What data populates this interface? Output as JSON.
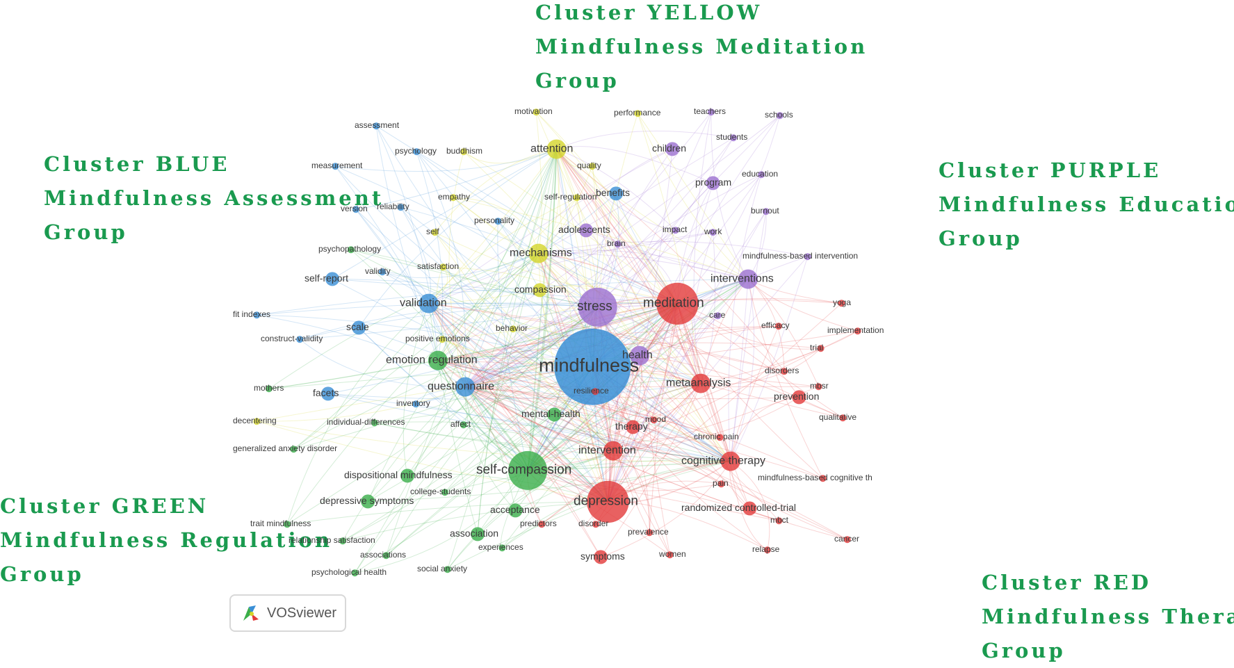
{
  "clusters": {
    "yellow": {
      "line1": "Cluster YELLOW",
      "line2": "Mindfulness Meditation",
      "line3": "Group",
      "color": "#d4d62a"
    },
    "blue": {
      "line1": "Cluster BLUE",
      "line2": "Mindfulness Assessment",
      "line3": "Group",
      "color": "#3a8fd6"
    },
    "purple": {
      "line1": "Cluster PURPLE",
      "line2": "Mindfulness Education",
      "line3": "Group",
      "color": "#9b6fd0"
    },
    "green": {
      "line1": "Cluster GREEN",
      "line2": "Mindfulness Regulation",
      "line3": "Group",
      "color": "#3aae4a"
    },
    "red": {
      "line1": "Cluster RED",
      "line2": "Mindfulness Therapy",
      "line3": "Group",
      "color": "#e23a3a"
    }
  },
  "label_color": "#1a9a4f",
  "badge": {
    "text": "VOSviewer"
  },
  "nodes": [
    {
      "label": "mindfulness",
      "cluster": "blue",
      "weight": 10
    },
    {
      "label": "meditation",
      "cluster": "red",
      "weight": 6
    },
    {
      "label": "stress",
      "cluster": "purple",
      "weight": 5
    },
    {
      "label": "depression",
      "cluster": "red",
      "weight": 6
    },
    {
      "label": "self-compassion",
      "cluster": "green",
      "weight": 5
    },
    {
      "label": "validation",
      "cluster": "blue",
      "weight": 4
    },
    {
      "label": "emotion regulation",
      "cluster": "green",
      "weight": 4
    },
    {
      "label": "questionnaire",
      "cluster": "blue",
      "weight": 4
    },
    {
      "label": "interventions",
      "cluster": "purple",
      "weight": 3
    },
    {
      "label": "health",
      "cluster": "purple",
      "weight": 3
    },
    {
      "label": "metaanalysis",
      "cluster": "red",
      "weight": 3
    },
    {
      "label": "cognitive therapy",
      "cluster": "red",
      "weight": 3
    },
    {
      "label": "intervention",
      "cluster": "red",
      "weight": 3
    },
    {
      "label": "mechanisms",
      "cluster": "yellow",
      "weight": 3
    },
    {
      "label": "attention",
      "cluster": "yellow",
      "weight": 3
    },
    {
      "label": "children",
      "cluster": "purple",
      "weight": 2
    },
    {
      "label": "program",
      "cluster": "purple",
      "weight": 2
    },
    {
      "label": "adolescents",
      "cluster": "purple",
      "weight": 2
    },
    {
      "label": "self-report",
      "cluster": "blue",
      "weight": 2
    },
    {
      "label": "scale",
      "cluster": "blue",
      "weight": 2
    },
    {
      "label": "facets",
      "cluster": "blue",
      "weight": 2
    },
    {
      "label": "mental-health",
      "cluster": "green",
      "weight": 2
    },
    {
      "label": "dispositional mindfulness",
      "cluster": "green",
      "weight": 2
    },
    {
      "label": "acceptance",
      "cluster": "green",
      "weight": 2
    },
    {
      "label": "therapy",
      "cluster": "red",
      "weight": 2
    },
    {
      "label": "symptoms",
      "cluster": "red",
      "weight": 2
    },
    {
      "label": "randomized controlled-trial",
      "cluster": "red",
      "weight": 2
    },
    {
      "label": "prevention",
      "cluster": "red",
      "weight": 2
    },
    {
      "label": "benefits",
      "cluster": "blue",
      "weight": 2
    },
    {
      "label": "compassion",
      "cluster": "yellow",
      "weight": 2
    },
    {
      "label": "association",
      "cluster": "green",
      "weight": 2
    },
    {
      "label": "depressive symptoms",
      "cluster": "green",
      "weight": 2
    },
    {
      "label": "motivation",
      "cluster": "yellow",
      "weight": 1
    },
    {
      "label": "performance",
      "cluster": "yellow",
      "weight": 1
    },
    {
      "label": "teachers",
      "cluster": "purple",
      "weight": 1
    },
    {
      "label": "schools",
      "cluster": "purple",
      "weight": 1
    },
    {
      "label": "students",
      "cluster": "purple",
      "weight": 1
    },
    {
      "label": "education",
      "cluster": "purple",
      "weight": 1
    },
    {
      "label": "burnout",
      "cluster": "purple",
      "weight": 1
    },
    {
      "label": "impact",
      "cluster": "purple",
      "weight": 1
    },
    {
      "label": "work",
      "cluster": "purple",
      "weight": 1
    },
    {
      "label": "brain",
      "cluster": "purple",
      "weight": 1
    },
    {
      "label": "care",
      "cluster": "purple",
      "weight": 1
    },
    {
      "label": "mindfulness-based intervention",
      "cluster": "purple",
      "weight": 1
    },
    {
      "label": "assessment",
      "cluster": "blue",
      "weight": 1
    },
    {
      "label": "measurement",
      "cluster": "blue",
      "weight": 1
    },
    {
      "label": "psychology",
      "cluster": "blue",
      "weight": 1
    },
    {
      "label": "buddhism",
      "cluster": "yellow",
      "weight": 1
    },
    {
      "label": "quality",
      "cluster": "yellow",
      "weight": 1
    },
    {
      "label": "version",
      "cluster": "blue",
      "weight": 1
    },
    {
      "label": "reliability",
      "cluster": "blue",
      "weight": 1
    },
    {
      "label": "empathy",
      "cluster": "yellow",
      "weight": 1
    },
    {
      "label": "self-regulation",
      "cluster": "yellow",
      "weight": 1
    },
    {
      "label": "personality",
      "cluster": "blue",
      "weight": 1
    },
    {
      "label": "self",
      "cluster": "yellow",
      "weight": 1
    },
    {
      "label": "psychopathology",
      "cluster": "green",
      "weight": 1
    },
    {
      "label": "validity",
      "cluster": "blue",
      "weight": 1
    },
    {
      "label": "satisfaction",
      "cluster": "yellow",
      "weight": 1
    },
    {
      "label": "fit indexes",
      "cluster": "blue",
      "weight": 1
    },
    {
      "label": "construct-validity",
      "cluster": "blue",
      "weight": 1
    },
    {
      "label": "positive emotions",
      "cluster": "yellow",
      "weight": 1
    },
    {
      "label": "behavior",
      "cluster": "yellow",
      "weight": 1
    },
    {
      "label": "mothers",
      "cluster": "green",
      "weight": 1
    },
    {
      "label": "inventory",
      "cluster": "blue",
      "weight": 1
    },
    {
      "label": "decentering",
      "cluster": "yellow",
      "weight": 1
    },
    {
      "label": "individual-differences",
      "cluster": "green",
      "weight": 1
    },
    {
      "label": "affect",
      "cluster": "green",
      "weight": 1
    },
    {
      "label": "generalized anxiety disorder",
      "cluster": "green",
      "weight": 1
    },
    {
      "label": "college-students",
      "cluster": "green",
      "weight": 1
    },
    {
      "label": "trait mindfulness",
      "cluster": "green",
      "weight": 1
    },
    {
      "label": "relationship satisfaction",
      "cluster": "green",
      "weight": 1
    },
    {
      "label": "associations",
      "cluster": "green",
      "weight": 1
    },
    {
      "label": "psychological health",
      "cluster": "green",
      "weight": 1
    },
    {
      "label": "social anxiety",
      "cluster": "green",
      "weight": 1
    },
    {
      "label": "experiences",
      "cluster": "green",
      "weight": 1
    },
    {
      "label": "predictors",
      "cluster": "red",
      "weight": 1
    },
    {
      "label": "disorder",
      "cluster": "red",
      "weight": 1
    },
    {
      "label": "prevalence",
      "cluster": "red",
      "weight": 1
    },
    {
      "label": "women",
      "cluster": "red",
      "weight": 1
    },
    {
      "label": "pain",
      "cluster": "red",
      "weight": 1
    },
    {
      "label": "chronic pain",
      "cluster": "red",
      "weight": 1
    },
    {
      "label": "mood",
      "cluster": "red",
      "weight": 1
    },
    {
      "label": "resilience",
      "cluster": "red",
      "weight": 1
    },
    {
      "label": "efficacy",
      "cluster": "red",
      "weight": 1
    },
    {
      "label": "disorders",
      "cluster": "red",
      "weight": 1
    },
    {
      "label": "mbsr",
      "cluster": "red",
      "weight": 1
    },
    {
      "label": "trial",
      "cluster": "red",
      "weight": 1
    },
    {
      "label": "yoga",
      "cluster": "red",
      "weight": 1
    },
    {
      "label": "implementation",
      "cluster": "red",
      "weight": 1
    },
    {
      "label": "qualitative",
      "cluster": "red",
      "weight": 1
    },
    {
      "label": "mindfulness-based cognitive th",
      "cluster": "red",
      "weight": 1
    },
    {
      "label": "mbct",
      "cluster": "red",
      "weight": 1
    },
    {
      "label": "relapse",
      "cluster": "red",
      "weight": 1
    },
    {
      "label": "cancer",
      "cluster": "red",
      "weight": 1
    }
  ]
}
